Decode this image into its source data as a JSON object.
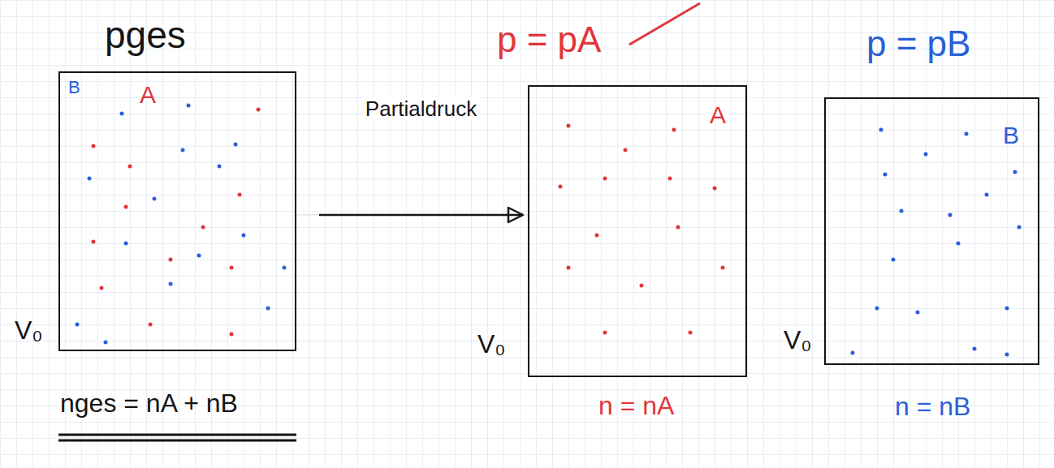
{
  "diagram": {
    "nodes": [
      {
        "text": [
          "pges",
          "B",
          "A",
          "V₀",
          "nges = nA + nB"
        ]
      },
      {
        "text": [
          "p = pA",
          "A",
          "V₀",
          "n = nA"
        ]
      },
      {
        "text": [
          "p = pB",
          "B",
          "V₀",
          "n = nB"
        ]
      }
    ],
    "edges": [
      {
        "from": 0,
        "to": 1,
        "arrow": "to",
        "label": "Partialdruck"
      }
    ]
  }
}
